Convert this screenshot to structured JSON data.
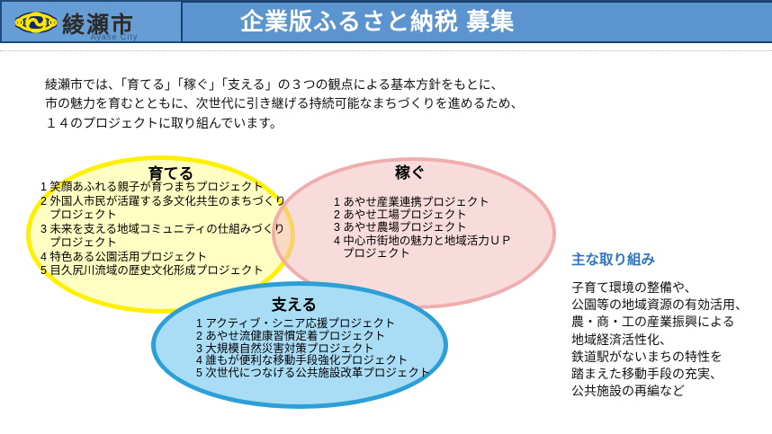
{
  "header": {
    "city_name": "綾瀬市",
    "city_name_en": "Ayase City",
    "banner_title": "企業版ふるさと納税 募集",
    "colors": {
      "bar_fill": "#659DD4",
      "banner_fill": "#5B94CE",
      "banner_border": "#17406E",
      "banner_text": "#FFFFFF",
      "logo_yellow": "#FFE600",
      "logo_navy": "#0E2B66"
    }
  },
  "intro": {
    "lines": [
      "綾瀬市では、「育てる」「稼ぐ」「支える」の３つの観点による基本方針をもとに、",
      "市の魅力を育むとともに、次世代に引き継げる持続可能なまちづくりを進めるため、",
      "１４のプロジェクトに取り組んでいます。"
    ]
  },
  "venn": {
    "groups": [
      {
        "id": "sodateru",
        "title": "育てる",
        "fill": "#FFFFC4",
        "border": "#FFF000",
        "lines": [
          {
            "t": "1 笑顔あふれる親子が育つまちプロジェクト"
          },
          {
            "t": "2 外国人市民が活躍する多文化共生のまちづくり"
          },
          {
            "t": "プロジェクト",
            "cont": true
          },
          {
            "t": "3 未来を支える地域コミュニティの仕組みづくり"
          },
          {
            "t": "プロジェクト",
            "cont": true
          },
          {
            "t": "4 特色ある公園活用プロジェクト"
          },
          {
            "t": "5 目久尻川流域の歴史文化形成プロジェクト"
          }
        ]
      },
      {
        "id": "kasegu",
        "title": "稼ぐ",
        "fill": "#F9DBDB",
        "border": "#F2ADAD",
        "lines": [
          {
            "t": "1 あやせ産業連携プロジェクト"
          },
          {
            "t": "2 あやせ工場プロジェクト"
          },
          {
            "t": "3 あやせ農場プロジェクト"
          },
          {
            "t": "4 中心市街地の魅力と地域活力ＵＰ"
          },
          {
            "t": "プロジェクト",
            "cont": true
          }
        ]
      },
      {
        "id": "sasaeru",
        "title": "支える",
        "fill": "#A9DCF5",
        "border": "#2B9FD6",
        "lines": [
          {
            "t": "1 アクティブ・シニア応援プロジェクト"
          },
          {
            "t": "2 あやせ流健康習慣定着プロジェクト"
          },
          {
            "t": "3 大規模自然災害対策プロジェクト"
          },
          {
            "t": "4 誰もが便利な移動手段強化プロジェクト"
          },
          {
            "t": "5 次世代につなげる公共施設改革プロジェクト"
          }
        ]
      }
    ]
  },
  "initiatives": {
    "heading": "主な取り組み",
    "heading_color": "#2E74C4",
    "lines": [
      "子育て環境の整備や、",
      "公園等の地域資源の有効活用、",
      "農・商・工の産業振興による",
      "地域経済活性化、",
      "鉄道駅がないまちの特性を",
      "踏まえた移動手段の充実、",
      "公共施設の再編など"
    ]
  }
}
